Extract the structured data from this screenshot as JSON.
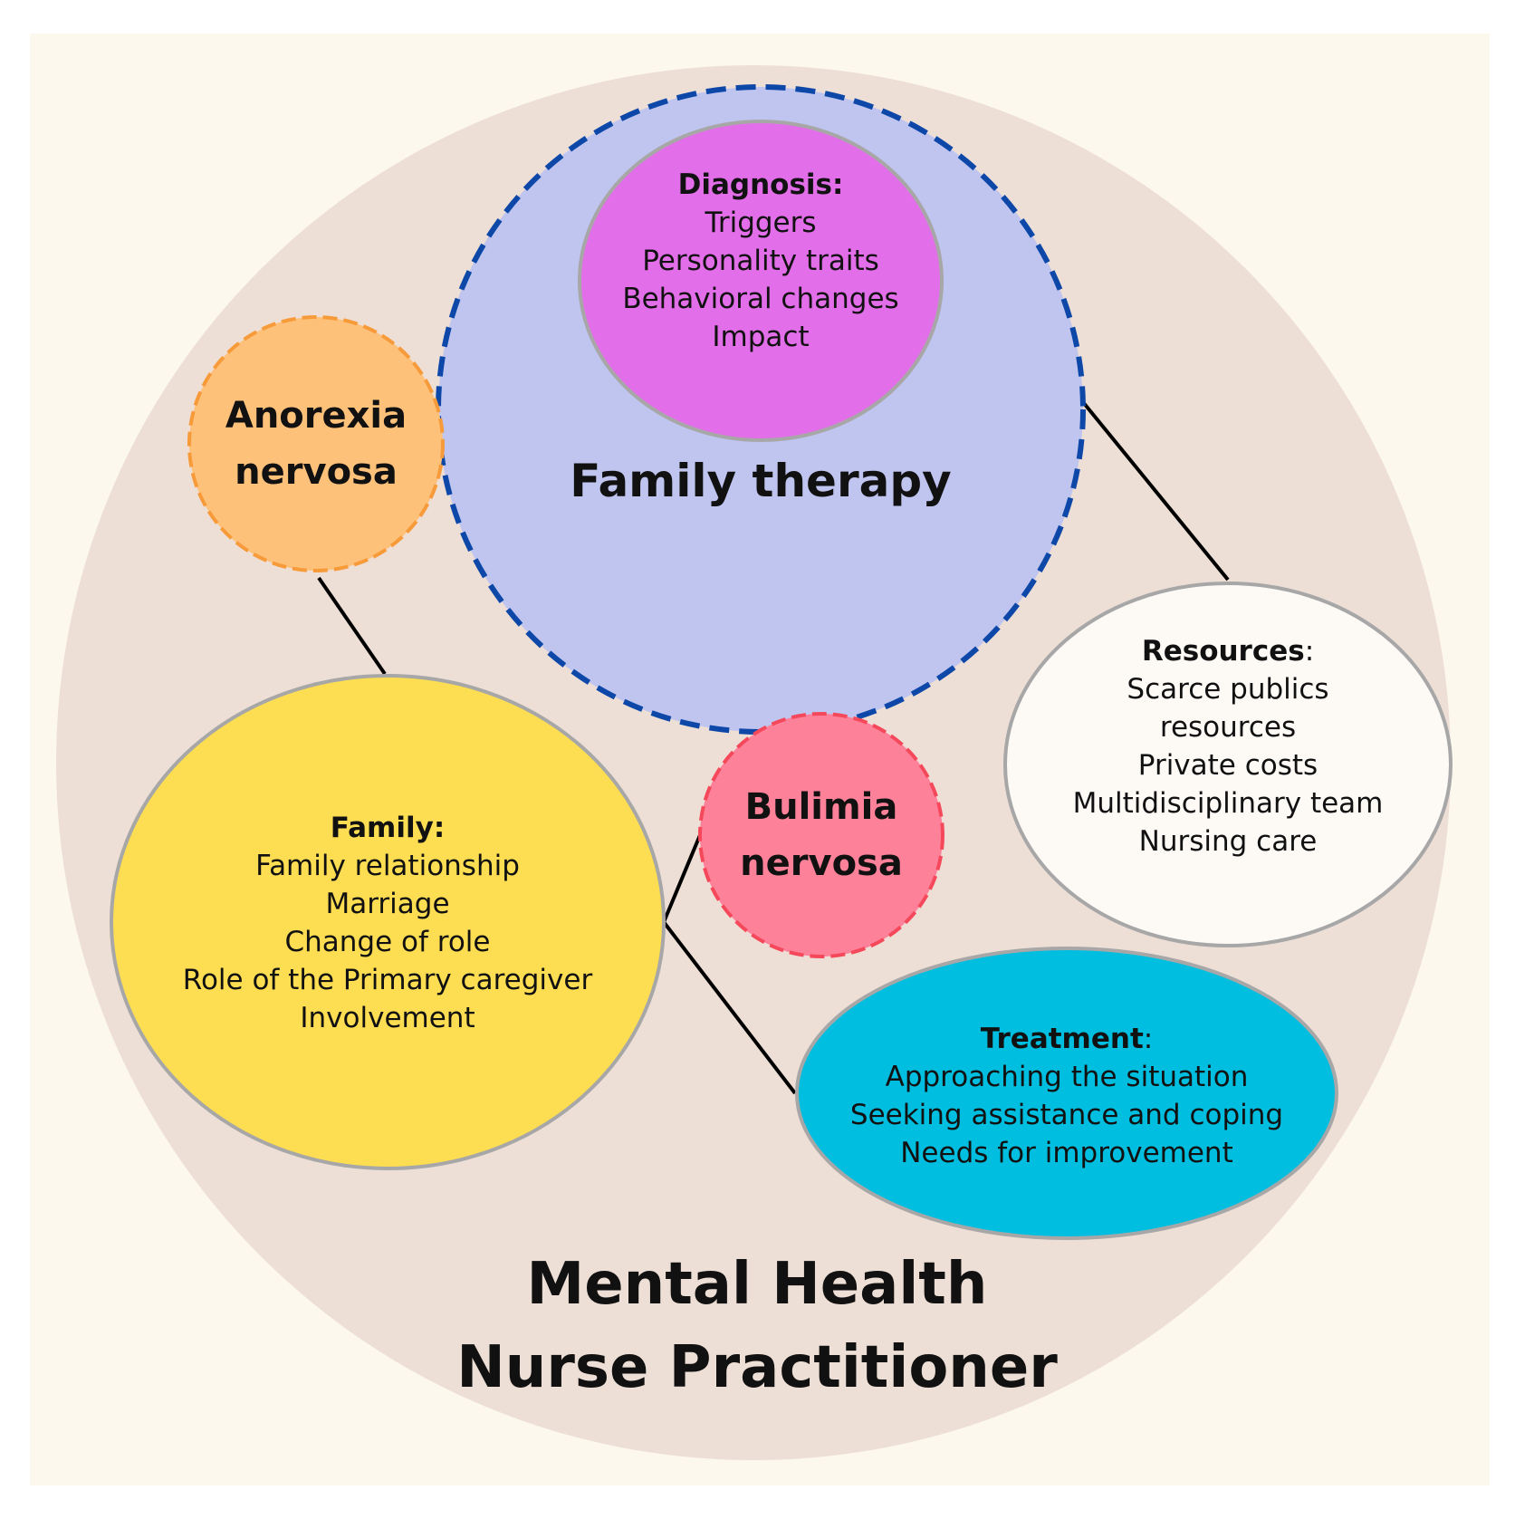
{
  "title": {
    "line1": "Mental Health",
    "line2": "Nurse Practitioner"
  },
  "family_therapy": {
    "label": "Family therapy"
  },
  "diagnosis": {
    "heading": "Diagnosis:",
    "items": [
      "Triggers",
      "Personality traits",
      "Behavioral changes",
      "Impact"
    ]
  },
  "anorexia": {
    "line1": "Anorexia",
    "line2": "nervosa"
  },
  "bulimia": {
    "line1": "Bulimia",
    "line2": "nervosa"
  },
  "family": {
    "heading": "Family:",
    "items": [
      "Family relationship",
      "Marriage",
      "Change of role",
      "Role of the Primary caregiver",
      "Involvement"
    ]
  },
  "resources": {
    "heading": "Resources",
    "heading_suffix": ":",
    "items": [
      "Scarce publics",
      "resources",
      "Private costs",
      "Multidisciplinary team",
      "Nursing care"
    ]
  },
  "treatment": {
    "heading": "Treatment",
    "heading_suffix": ":",
    "items": [
      "Approaching the situation",
      "Seeking assistance and coping",
      "Needs for improvement"
    ]
  },
  "colors": {
    "page_background": "#fcf8ee",
    "outer_circle": "#eedfd6",
    "family_therapy_fill": "#bfc5ef",
    "family_therapy_border": "#0d47a8",
    "diagnosis_fill": "#e36ee9",
    "anorexia_fill": "#fec17a",
    "anorexia_border": "#f79a3a",
    "bulimia_fill": "#fe819a",
    "bulimia_border": "#f5495b",
    "family_fill": "#fddd52",
    "resources_fill": "#fdfaf6",
    "treatment_fill": "#00bedf",
    "node_border": "#a7a7a7",
    "connector": "#000000"
  }
}
